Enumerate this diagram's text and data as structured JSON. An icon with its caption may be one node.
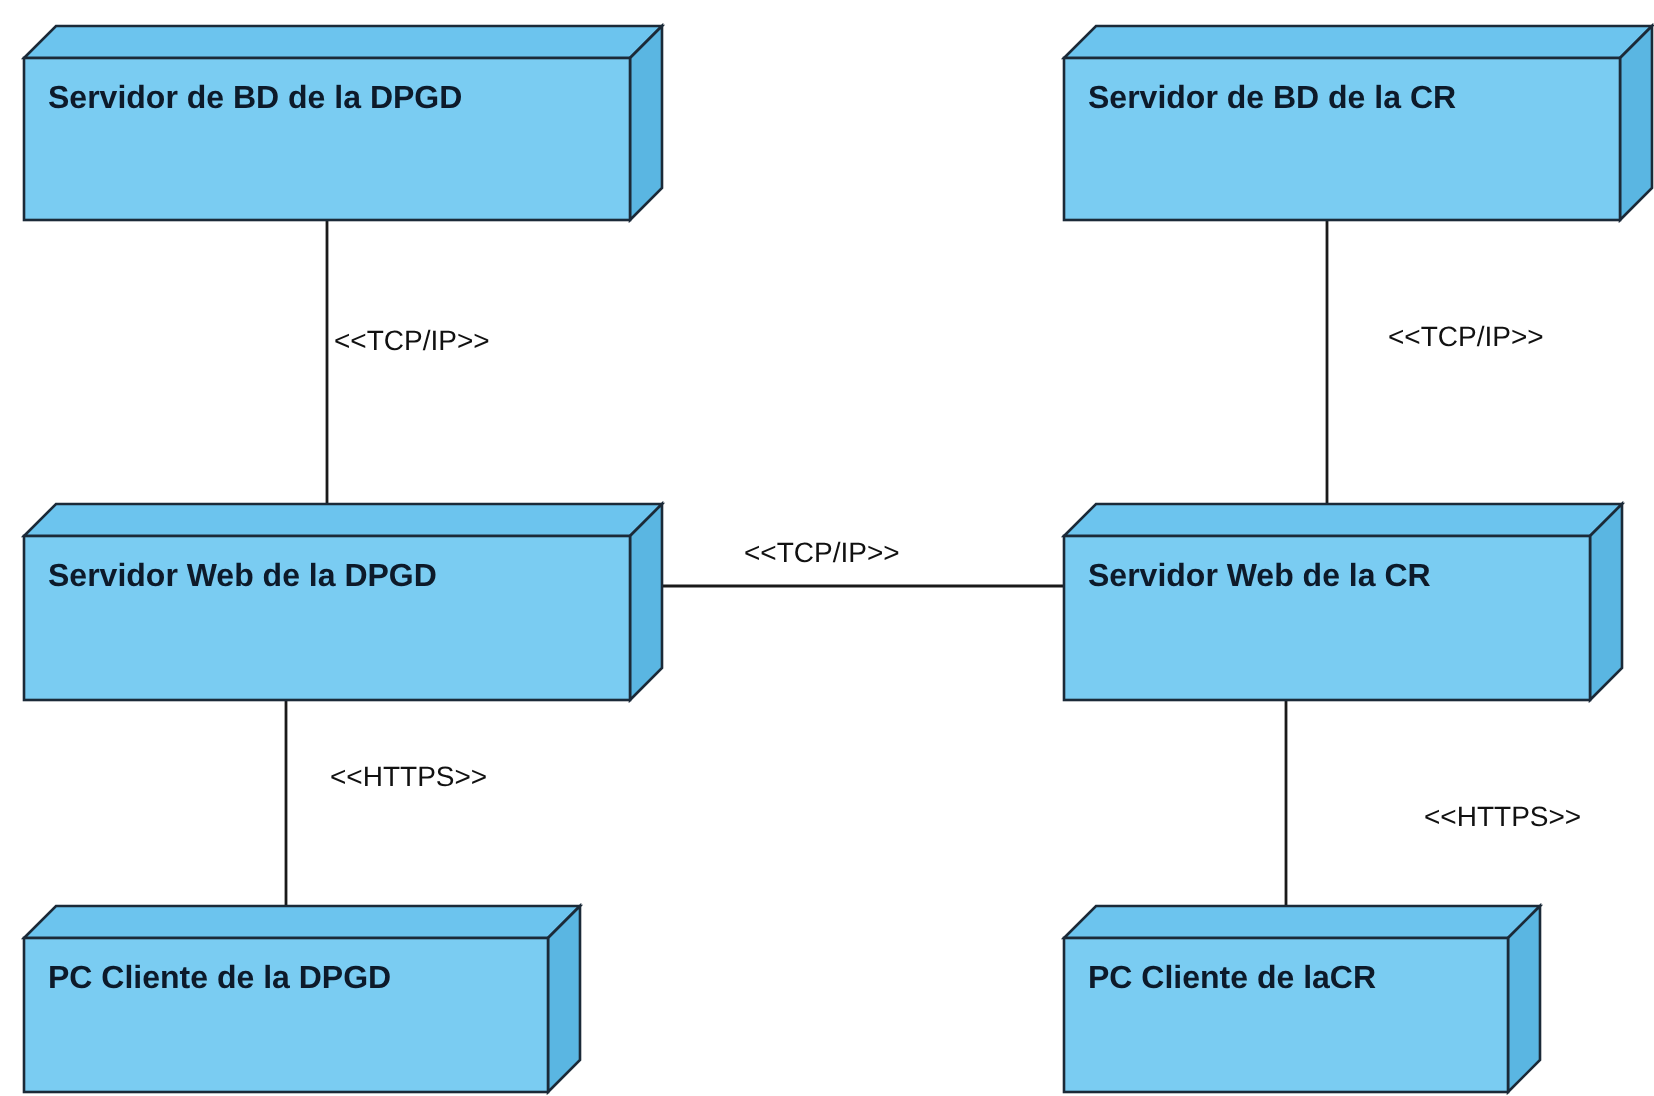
{
  "diagram": {
    "nodes": [
      {
        "text": [
          "Servidor de BD de la DPGD"
        ]
      },
      {
        "text": [
          "Servidor de BD de la CR"
        ]
      },
      {
        "text": [
          "Servidor Web de la DPGD"
        ]
      },
      {
        "text": [
          "Servidor Web de la CR"
        ]
      },
      {
        "text": [
          "PC Cliente de la DPGD"
        ]
      },
      {
        "text": [
          "PC Cliente de laCR"
        ]
      }
    ],
    "edges": [
      {
        "from": 0,
        "to": 2,
        "arrow": "none",
        "label": "<<TCP/IP>>"
      },
      {
        "from": 1,
        "to": 3,
        "arrow": "none",
        "label": "<<TCP/IP>>"
      },
      {
        "from": 2,
        "to": 3,
        "arrow": "none",
        "label": "<<TCP/IP>>"
      },
      {
        "from": 2,
        "to": 4,
        "arrow": "none",
        "label": "<<HTTPS>>"
      },
      {
        "from": 3,
        "to": 5,
        "arrow": "none",
        "label": "<<HTTPS>>"
      }
    ]
  }
}
